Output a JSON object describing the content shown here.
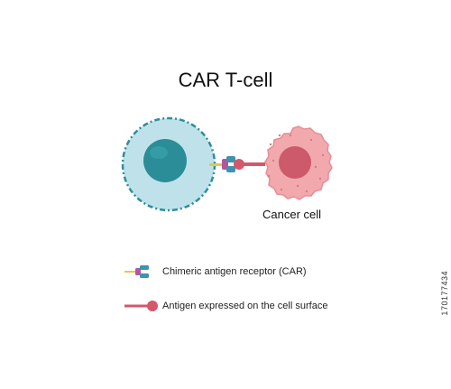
{
  "title": "CAR T-cell",
  "cancer_cell_label": "Cancer cell",
  "legend": [
    {
      "icon": "car-receptor-icon",
      "label": "Chimeric antigen receptor (CAR)"
    },
    {
      "icon": "antigen-icon",
      "label": "Antigen expressed on the cell surface"
    }
  ],
  "image_id": "170177434",
  "colors": {
    "t_cell_membrane": "#bfe2ea",
    "t_cell_outline": "#2e8f9a",
    "t_cell_nucleus": "#2b8d98",
    "cancer_cell": "#f2a9ad",
    "cancer_nucleus": "#cc5a6a",
    "antigen": "#d4576a",
    "car_linker": "#e9c54a"
  }
}
